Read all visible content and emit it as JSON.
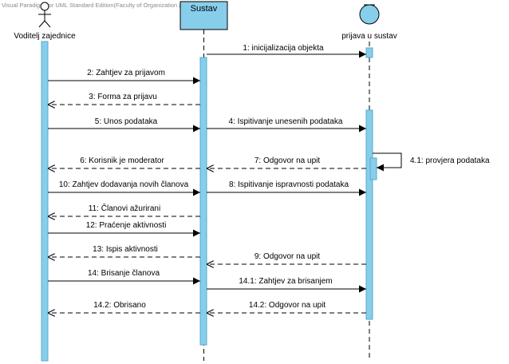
{
  "watermark": "Visual Paradigm for UML Standard Edition(Faculty of Organization and Informatics)",
  "participants": {
    "actor": {
      "label": "Voditelj zajednice",
      "icon": "stick-figure-actor-icon"
    },
    "sustav": {
      "label": "Sustav"
    },
    "prijava": {
      "label": "prijava u sustav",
      "icon": "entity-circle-icon"
    }
  },
  "messages": [
    {
      "id": "m1",
      "label": "1: inicijalizacija objekta",
      "from": "sustav",
      "to": "prijava",
      "kind": "sync"
    },
    {
      "id": "m2",
      "label": "2: Zahtjev za prijavom",
      "from": "actor",
      "to": "sustav",
      "kind": "sync"
    },
    {
      "id": "m3",
      "label": "3: Forma za prijavu",
      "from": "sustav",
      "to": "actor",
      "kind": "return"
    },
    {
      "id": "m5",
      "label": "5: Unos podataka",
      "from": "actor",
      "to": "sustav",
      "kind": "sync"
    },
    {
      "id": "m4",
      "label": "4: Ispitivanje unesenih podataka",
      "from": "sustav",
      "to": "prijava",
      "kind": "sync"
    },
    {
      "id": "m41",
      "label": "4.1: provjera podataka",
      "from": "prijava",
      "to": "prijava",
      "kind": "self"
    },
    {
      "id": "m6",
      "label": "6: Korisnik je moderator",
      "from": "sustav",
      "to": "actor",
      "kind": "return"
    },
    {
      "id": "m7",
      "label": "7: Odgovor na upit",
      "from": "prijava",
      "to": "sustav",
      "kind": "return"
    },
    {
      "id": "m10",
      "label": "10: Zahtjev dodavanja novih članova",
      "from": "actor",
      "to": "sustav",
      "kind": "sync"
    },
    {
      "id": "m8",
      "label": "8: Ispitivanje ispravnosti podataka",
      "from": "sustav",
      "to": "prijava",
      "kind": "sync"
    },
    {
      "id": "m11",
      "label": "11: Članovi ažurirani",
      "from": "sustav",
      "to": "actor",
      "kind": "return"
    },
    {
      "id": "m12",
      "label": "12: Praćenje aktivnosti",
      "from": "actor",
      "to": "sustav",
      "kind": "sync"
    },
    {
      "id": "m13",
      "label": "13: Ispis aktivnosti",
      "from": "sustav",
      "to": "actor",
      "kind": "return"
    },
    {
      "id": "m9",
      "label": "9: Odgovor na upit",
      "from": "prijava",
      "to": "sustav",
      "kind": "return"
    },
    {
      "id": "m14",
      "label": "14: Brisanje članova",
      "from": "actor",
      "to": "sustav",
      "kind": "sync"
    },
    {
      "id": "m141",
      "label": "14.1: Zahtjev za brisanjem",
      "from": "sustav",
      "to": "prijava",
      "kind": "sync"
    },
    {
      "id": "m142a",
      "label": "14.2: Obrisano",
      "from": "sustav",
      "to": "actor",
      "kind": "return"
    },
    {
      "id": "m142b",
      "label": "14.2: Odgovor na upit",
      "from": "prijava",
      "to": "sustav",
      "kind": "return"
    }
  ],
  "colors": {
    "activation_fill": "#87CEEB",
    "activation_stroke": "#5aa9cc",
    "participant_box": "#87CEEB",
    "line": "#000000",
    "text": "#000000",
    "watermark": "#8a8a8a"
  }
}
